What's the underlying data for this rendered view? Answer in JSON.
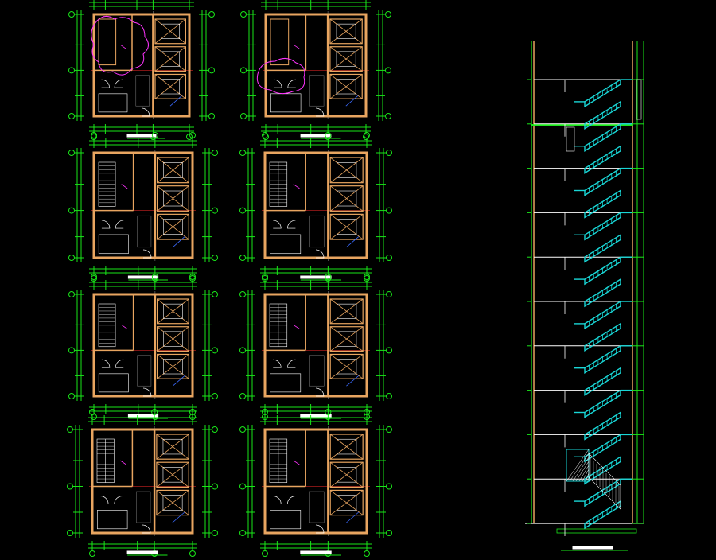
{
  "colors": {
    "background": "#000000",
    "wall": "#e8a560",
    "dimension": "#19e619",
    "grid": "#7f7f7f",
    "stair": "#19d6d6",
    "label": "#ffffff",
    "accent": "#ff33ff",
    "red_line": "#ff2a2a",
    "blue_line": "#3b6bff"
  },
  "drawing": {
    "plans": [
      {
        "id": "plan-1"
      },
      {
        "id": "plan-2"
      },
      {
        "id": "plan-3"
      },
      {
        "id": "plan-4"
      },
      {
        "id": "plan-5"
      },
      {
        "id": "plan-6"
      },
      {
        "id": "plan-7"
      },
      {
        "id": "plan-8"
      }
    ],
    "section": {
      "id": "stair-section",
      "floors": 10
    }
  }
}
